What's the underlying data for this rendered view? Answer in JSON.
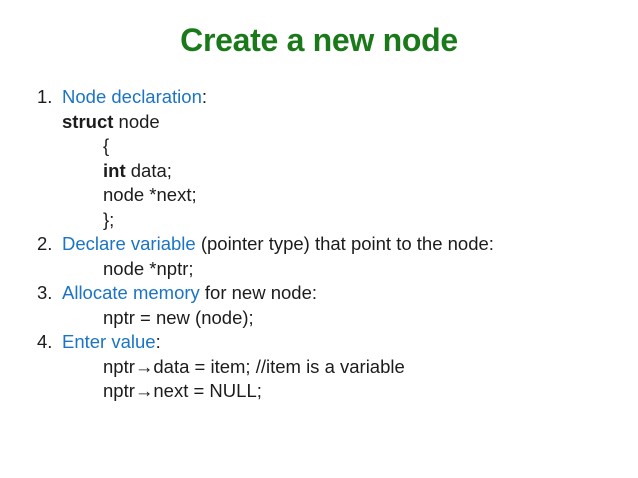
{
  "slide": {
    "title": "Create a new node"
  },
  "colors": {
    "title_green": "#1a7a1a",
    "highlight_blue": "#1b74c4",
    "text_black": "#1c1c1c",
    "background": "#ffffff"
  },
  "content": {
    "lines": [
      {
        "segments": [
          {
            "text": "1."
          },
          {
            "text": "Node declaration"
          },
          {
            "text": ":"
          }
        ]
      },
      {
        "segments": [
          {
            "text": "struct"
          },
          {
            "text": " node"
          }
        ]
      },
      {
        "segments": [
          {
            "text": "{"
          }
        ]
      },
      {
        "segments": [
          {
            "text": "int"
          },
          {
            "text": " data;"
          }
        ]
      },
      {
        "segments": [
          {
            "text": "node *next;"
          }
        ]
      },
      {
        "segments": [
          {
            "text": "};"
          }
        ]
      },
      {
        "segments": [
          {
            "text": "2."
          },
          {
            "text": "Declare variable"
          },
          {
            "text": " (pointer type) that point to the node:"
          }
        ]
      },
      {
        "segments": [
          {
            "text": "node *nptr;"
          }
        ]
      },
      {
        "segments": [
          {
            "text": "3."
          },
          {
            "text": "Allocate memory"
          },
          {
            "text": " for new node:"
          }
        ]
      },
      {
        "segments": [
          {
            "text": "nptr = new (node);"
          }
        ]
      },
      {
        "segments": [
          {
            "text": "4."
          },
          {
            "text": "Enter value"
          },
          {
            "text": ":"
          }
        ]
      },
      {
        "segments": [
          {
            "text": "nptr→data = item; //item is a variable"
          }
        ]
      },
      {
        "segments": [
          {
            "text": "nptr→next = NULL;"
          }
        ]
      }
    ]
  }
}
